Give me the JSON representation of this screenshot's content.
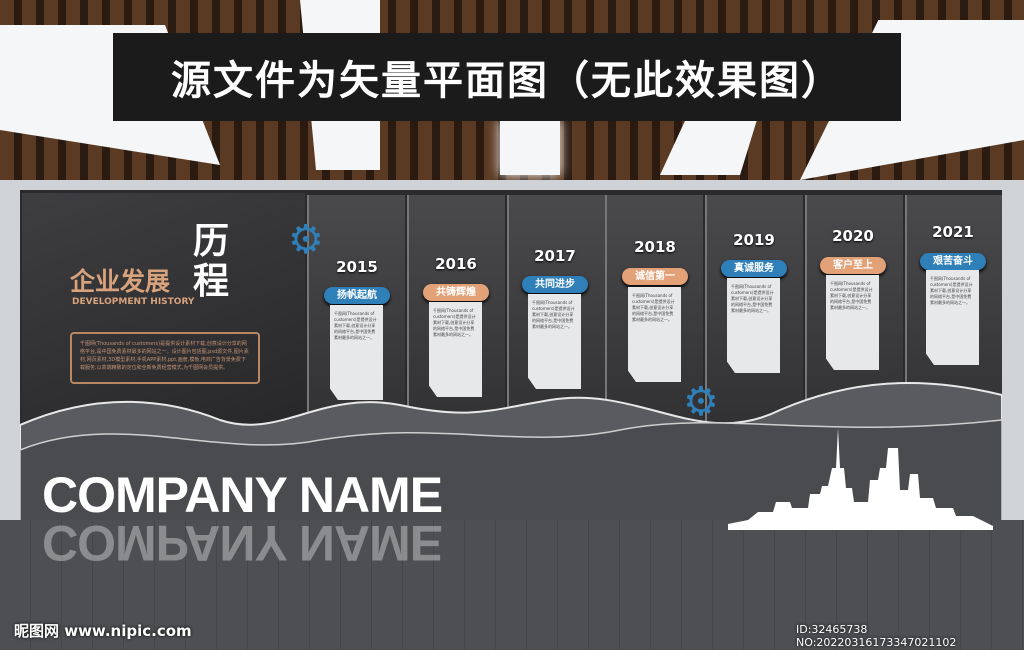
{
  "banner": "源文件为矢量平面图（无此效果图）",
  "header": {
    "title_cn": "企业发展",
    "title_big": "历程",
    "title_en": "DEVELOPMENT HISTORY",
    "intro": "千图网(Thousands of customers)是提供设计素材下载,创意设计分享的网络平台,是中国免费素材最多的网站之一。设计图片包括图,psd源文件,图片素材,网页素材,3D模型素材,手机APP素材,ppt,画册,模板,电商广告背景免费下载服务,以高端精致的定位和全新免费经营模式,为千图网会员提供。"
  },
  "timeline": [
    {
      "year": "2015",
      "label": "扬帆起航",
      "color": "blue"
    },
    {
      "year": "2016",
      "label": "共铸辉煌",
      "color": "orange"
    },
    {
      "year": "2017",
      "label": "共同进步",
      "color": "blue"
    },
    {
      "year": "2018",
      "label": "诚信第一",
      "color": "orange"
    },
    {
      "year": "2019",
      "label": "真诚服务",
      "color": "blue"
    },
    {
      "year": "2020",
      "label": "客户至上",
      "color": "orange"
    },
    {
      "year": "2021",
      "label": "艰苦奋斗",
      "color": "blue"
    }
  ],
  "card_text": "千图网(Thousands of customers)是提供设计素材下载,创意设计分享的网络平台,是中国免费素材最多的网站之一。",
  "company": "COMPANY NAME",
  "watermark": "昵图网 www.nipic.com",
  "id_no": "ID:32465738 NO:20220316173347021102",
  "colors": {
    "blue": "#2f7fb8",
    "orange": "#e3a178",
    "bronze": "#d8a27c"
  }
}
